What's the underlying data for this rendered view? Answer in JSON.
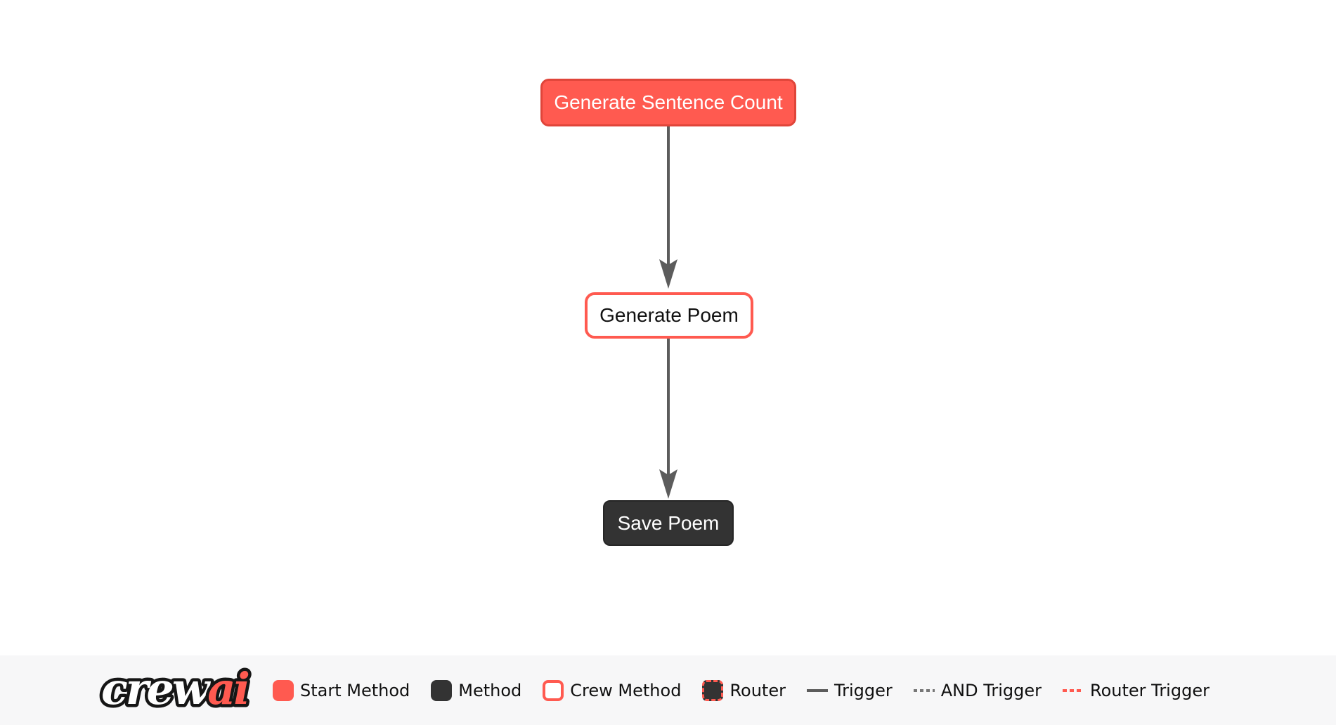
{
  "flow": {
    "nodes": [
      {
        "label": "Generate Sentence Count",
        "type": "start-method"
      },
      {
        "label": "Generate Poem",
        "type": "crew-method"
      },
      {
        "label": "Save Poem",
        "type": "method"
      }
    ],
    "edges": [
      {
        "from": "Generate Sentence Count",
        "to": "Generate Poem",
        "type": "trigger"
      },
      {
        "from": "Generate Poem",
        "to": "Save Poem",
        "type": "trigger"
      }
    ]
  },
  "legend": {
    "logo": {
      "part1": "crew",
      "part2": "ai"
    },
    "items": [
      {
        "label": "Start Method",
        "swatch": "start"
      },
      {
        "label": "Method",
        "swatch": "method"
      },
      {
        "label": "Crew Method",
        "swatch": "crew"
      },
      {
        "label": "Router",
        "swatch": "router"
      },
      {
        "label": "Trigger",
        "swatch": "line-solid"
      },
      {
        "label": "AND Trigger",
        "swatch": "line-dashed"
      },
      {
        "label": "Router Trigger",
        "swatch": "line-dashed-red"
      }
    ]
  },
  "colors": {
    "accent": "#FF5A50",
    "accent_border": "#E0453A",
    "dark": "#333333",
    "edge": "#5C5C5C",
    "legend_bg": "#F7F7F8",
    "canvas_bg": "#FFFFFF"
  }
}
